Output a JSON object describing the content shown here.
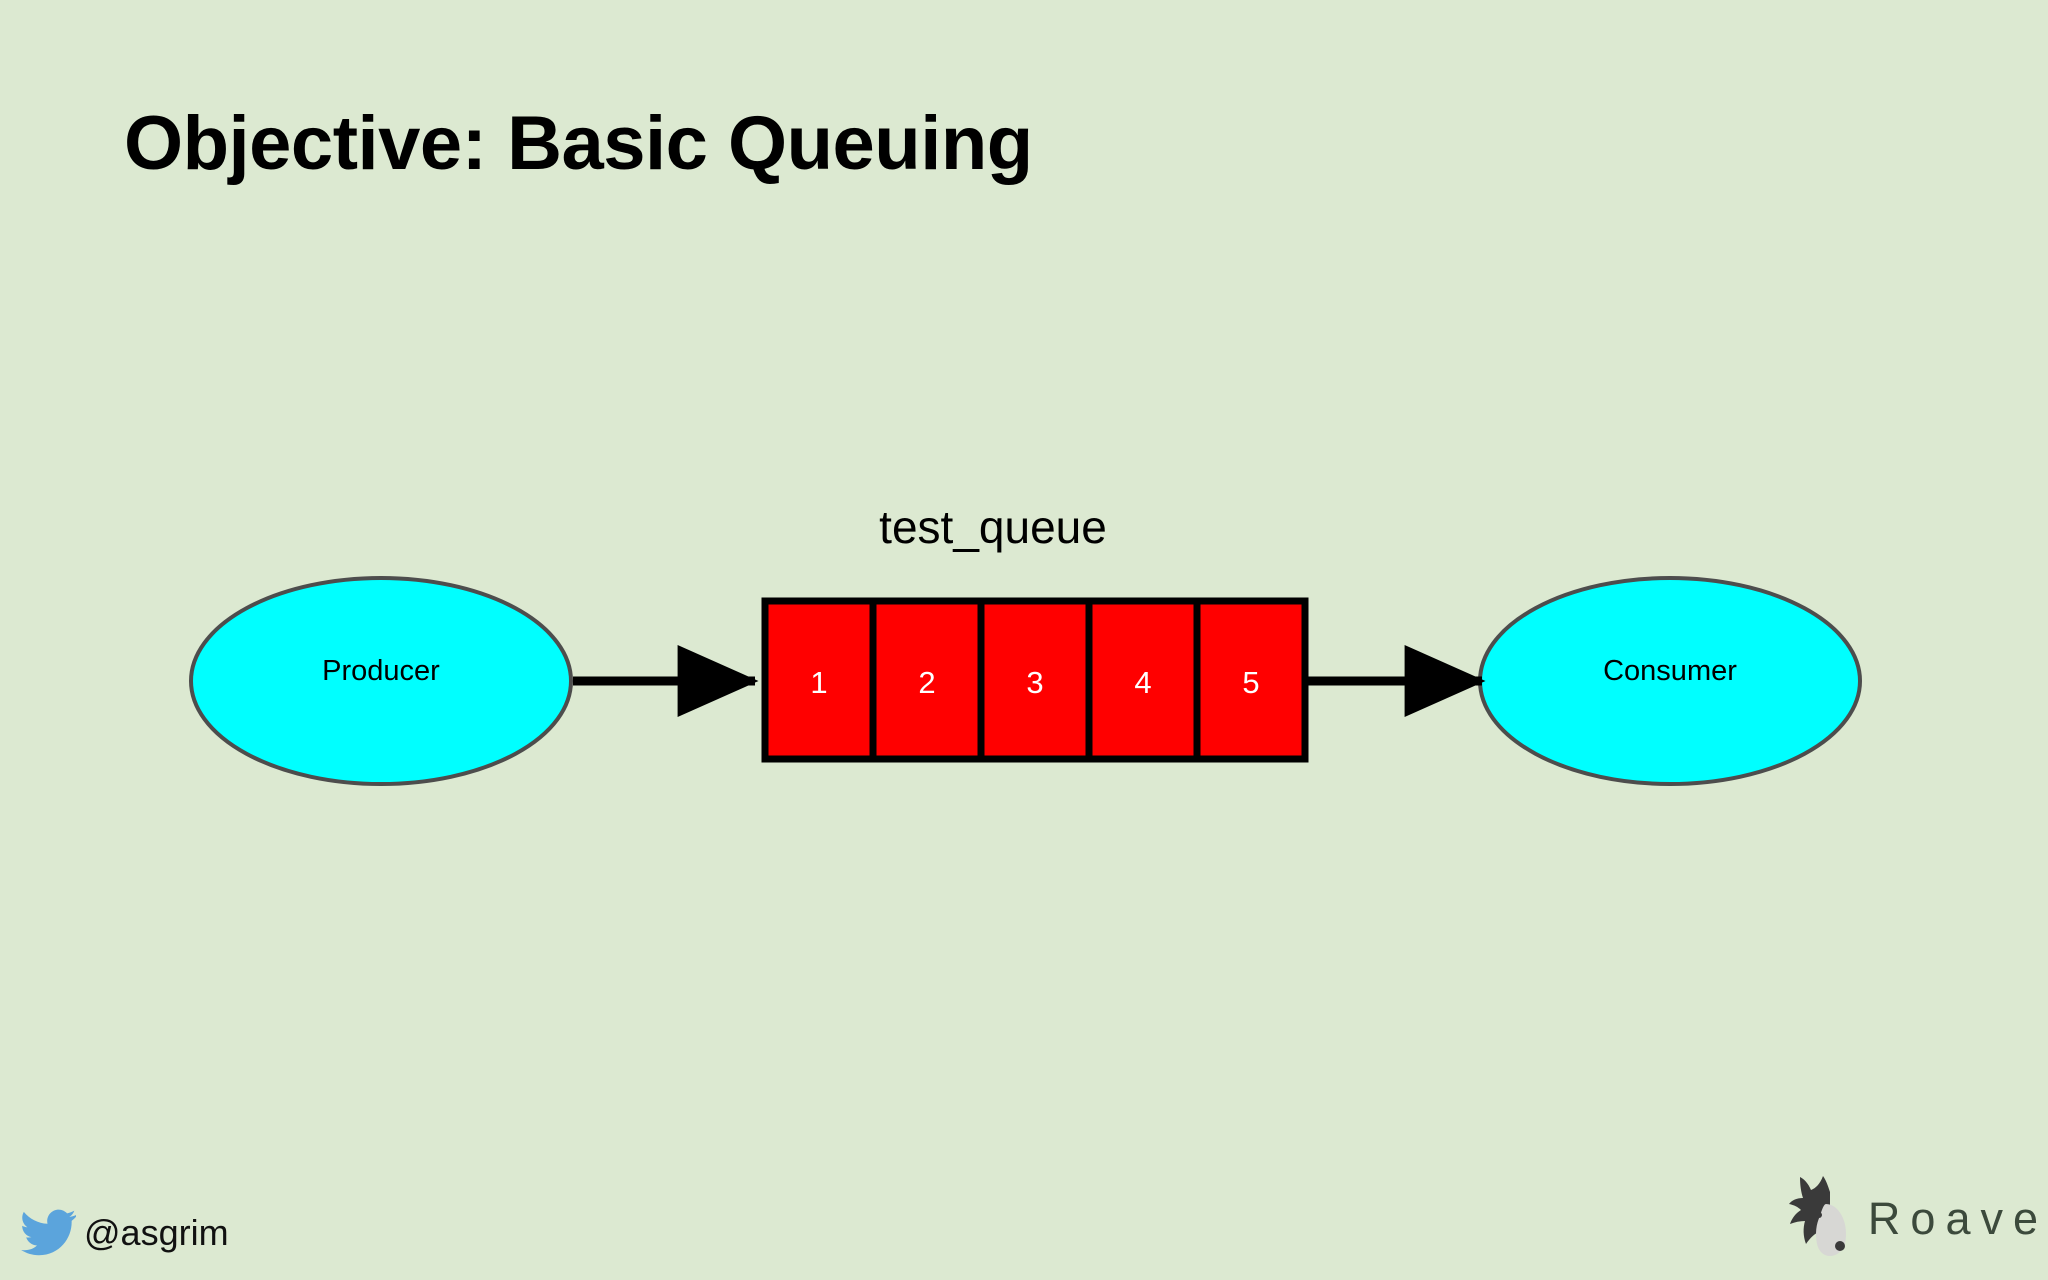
{
  "slide": {
    "title": "Objective: Basic Queuing",
    "background_color": "#dce9d1"
  },
  "diagram": {
    "type": "flow",
    "queue_label": "test_queue",
    "producer": {
      "label": "Producer",
      "shape": "ellipse",
      "fill_color": "#00ffff",
      "stroke_color": "#4d4d4d"
    },
    "consumer": {
      "label": "Consumer",
      "shape": "ellipse",
      "fill_color": "#00ffff",
      "stroke_color": "#4d4d4d"
    },
    "queue": {
      "fill_color": "#ff0000",
      "stroke_color": "#000000",
      "text_color": "#ffffff",
      "cells": [
        "1",
        "2",
        "3",
        "4",
        "5"
      ]
    },
    "arrows": [
      {
        "name": "producer-to-queue",
        "from": "Producer",
        "to": "test_queue",
        "color": "#000000"
      },
      {
        "name": "queue-to-consumer",
        "from": "test_queue",
        "to": "Consumer",
        "color": "#000000"
      }
    ]
  },
  "footer": {
    "twitter_handle": "@asgrim",
    "twitter_icon_color": "#5ba4dc",
    "brand_name": "Roave",
    "brand_text_color": "#3c4a3c",
    "brand_icon_color": "#3a3a3a"
  }
}
